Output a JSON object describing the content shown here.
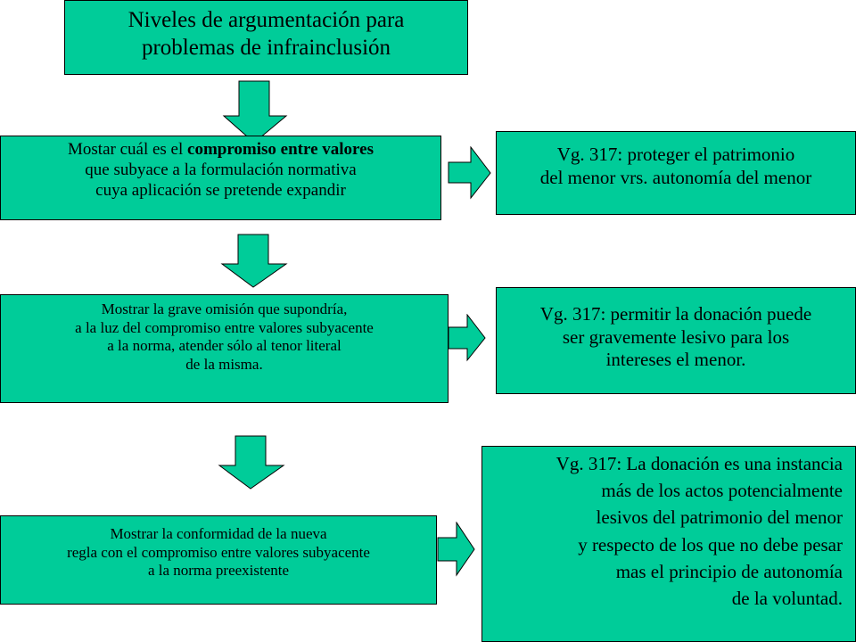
{
  "title": {
    "line1": "Niveles de argumentación para",
    "line2": "problemas de infrainclusión"
  },
  "left_steps": [
    {
      "line1_pre": "Mostar cuál es el ",
      "line1_bold": "compromiso entre valores",
      "line2": "que subyace a la formulación normativa",
      "line3": "cuya aplicación se pretende expandir"
    },
    {
      "line1": "Mostrar la grave omisión que supondría,",
      "line2": "a la luz del compromiso entre valores subyacente",
      "line3": "a la norma, atender sólo al tenor literal",
      "line4": "de la misma."
    },
    {
      "line1": "Mostrar la conformidad de la nueva",
      "line2": "regla con el compromiso entre valores subyacente",
      "line3": "a la norma preexistente"
    }
  ],
  "right_examples": [
    {
      "line1": "Vg. 317: proteger el patrimonio",
      "line2": "del menor vrs. autonomía del menor"
    },
    {
      "line1": "Vg. 317: permitir la donación puede",
      "line2": "ser gravemente lesivo para los",
      "line3": "intereses el menor."
    },
    {
      "line1": "Vg. 317: La donación es una instancia",
      "line2": "más de los actos potencialmente",
      "line3": "lesivos del patrimonio del menor",
      "line4": "y respecto de los que no debe pesar",
      "line5": "mas el principio de autonomía",
      "line6": "de la voluntad."
    }
  ],
  "colors": {
    "box_fill": "#00cc99",
    "border": "#000000"
  }
}
